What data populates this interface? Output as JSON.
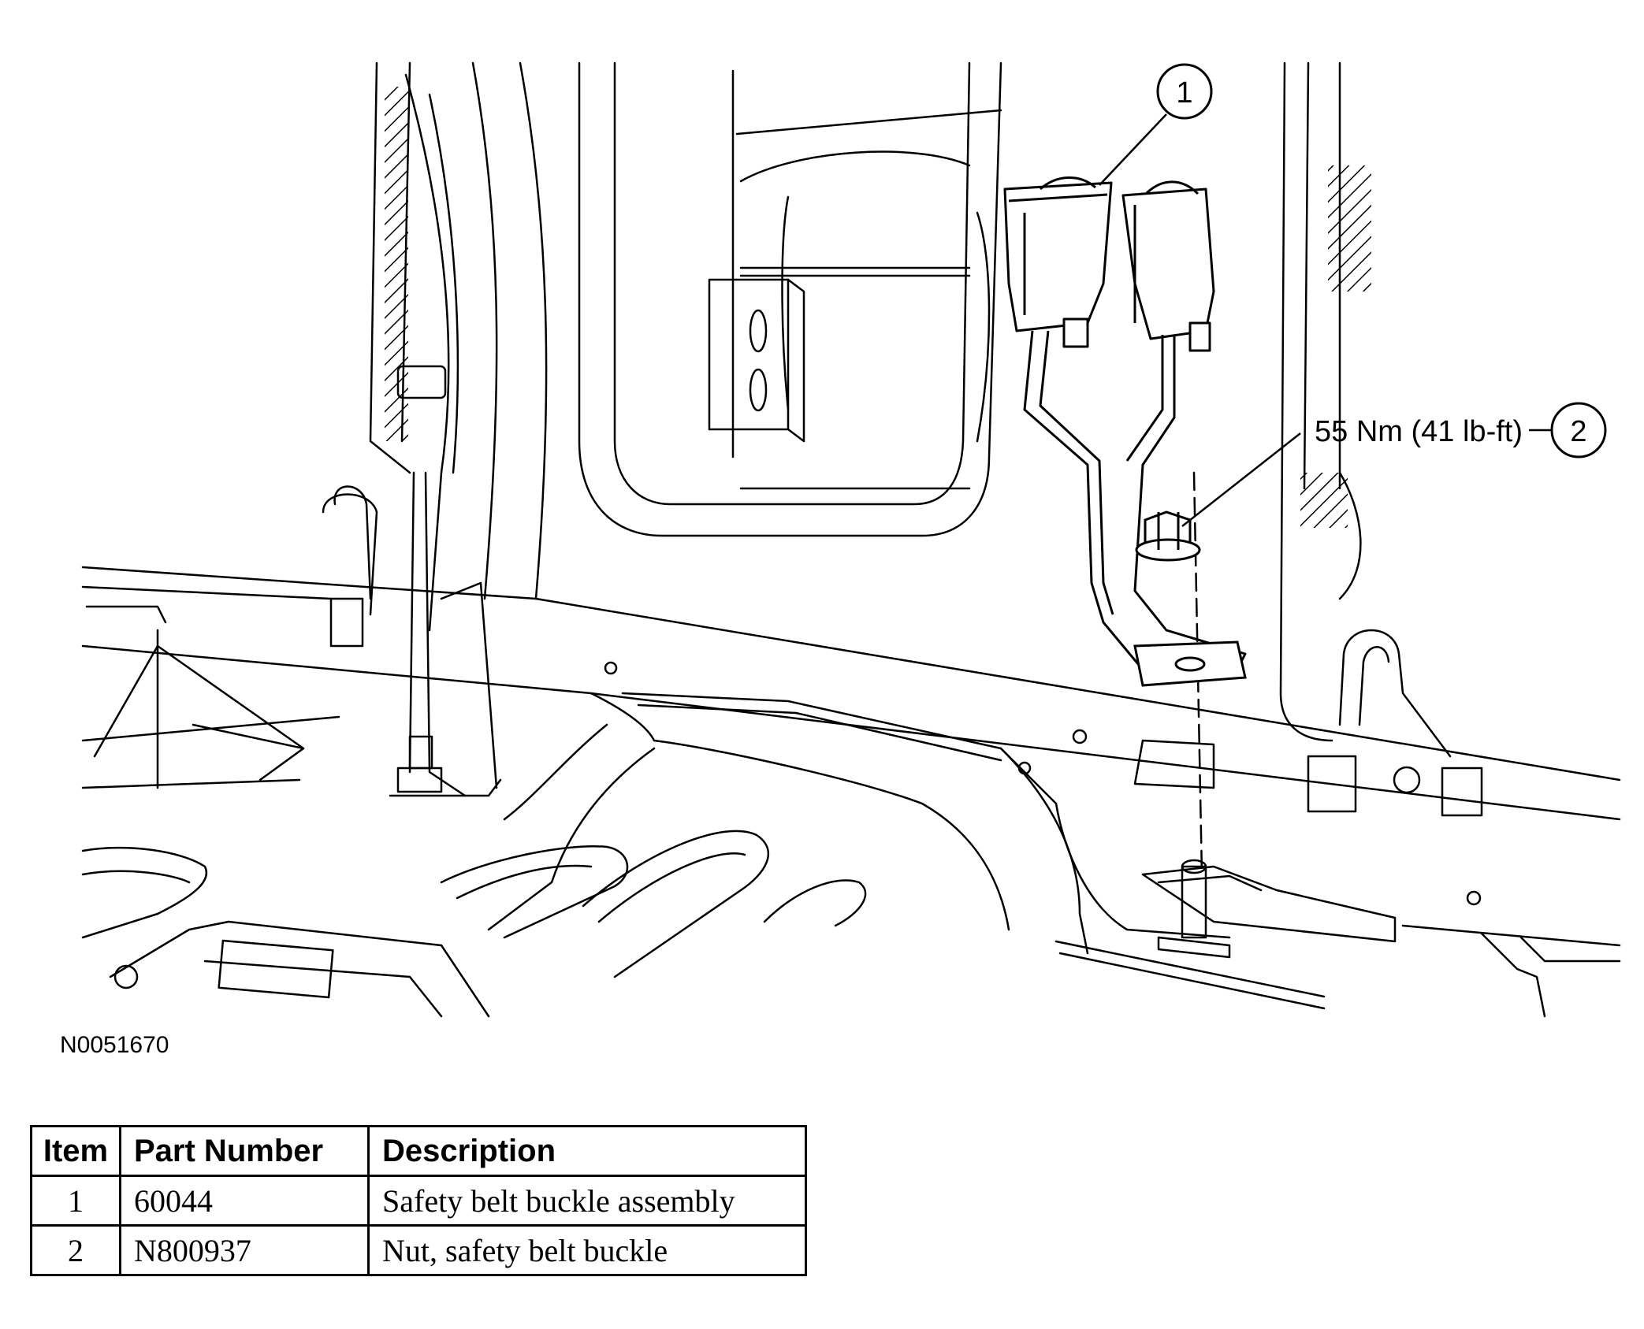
{
  "callouts": [
    {
      "number": "1"
    },
    {
      "number": "2",
      "spec": "55 Nm (41 lb-ft)"
    }
  ],
  "figure_id": "N0051670",
  "parts_table": {
    "headers": [
      "Item",
      "Part Number",
      "Description"
    ],
    "rows": [
      {
        "item": "1",
        "part_number": "60044",
        "description": "Safety belt buckle assembly"
      },
      {
        "item": "2",
        "part_number": "N800937",
        "description": "Nut, safety belt buckle"
      }
    ]
  }
}
